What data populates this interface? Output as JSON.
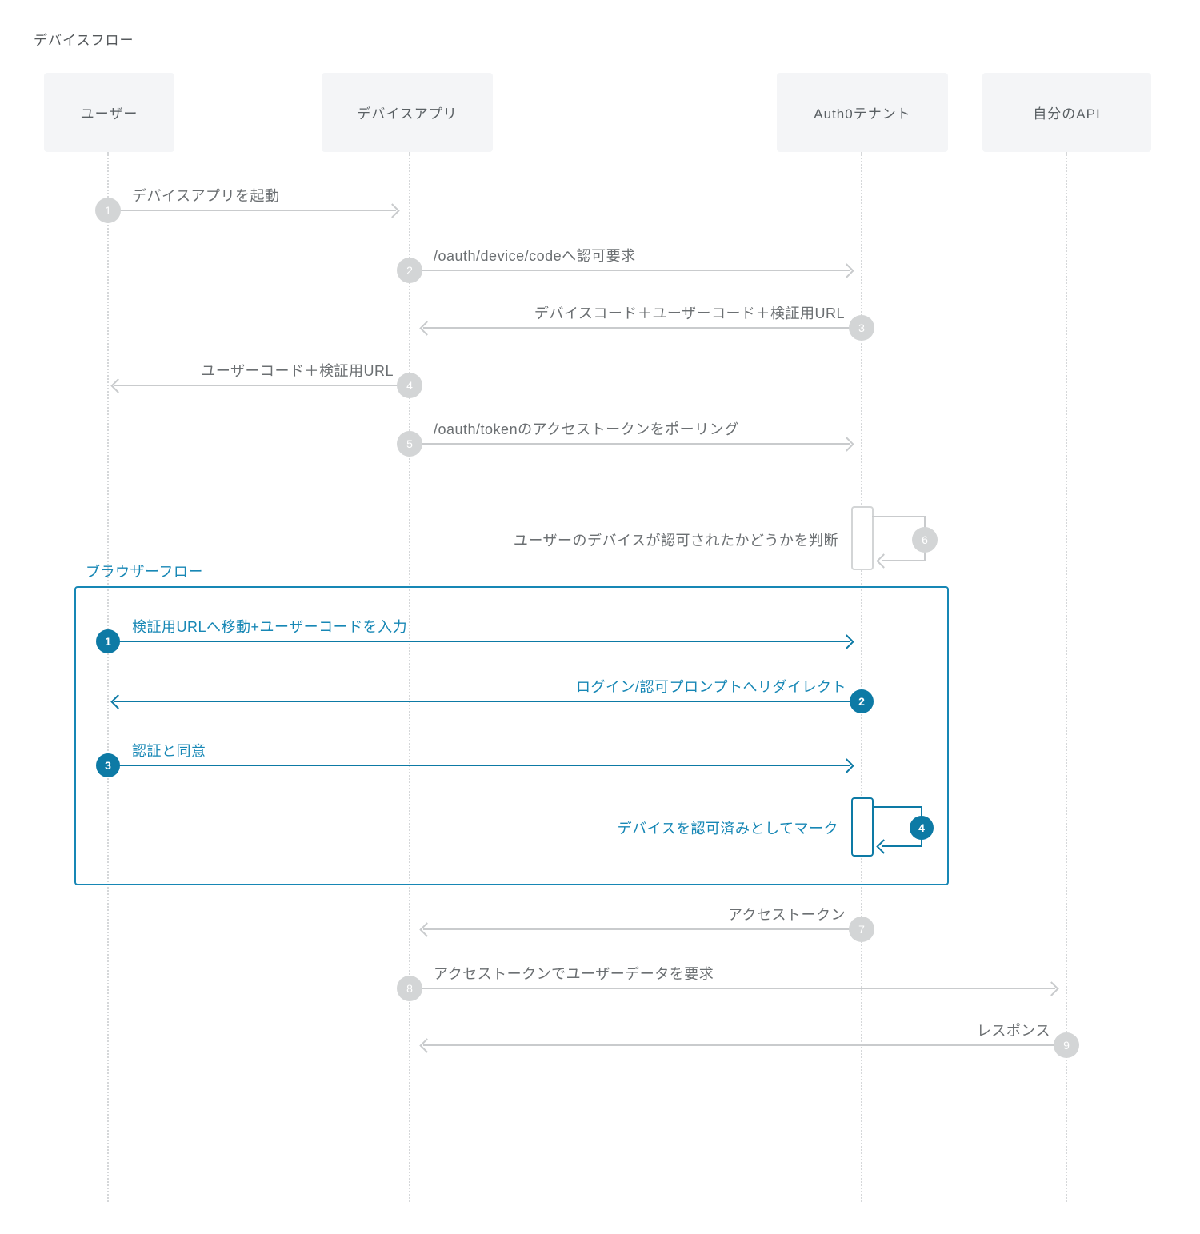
{
  "title": "デバイスフロー",
  "colors": {
    "blue_line": "#0d7aa5",
    "blue_text": "#1787b5",
    "gray_line": "#c9cbcd",
    "gray_circle": "#d3d5d6",
    "gray_text": "#6b6f72",
    "actor_bg": "#f4f5f7"
  },
  "actors": [
    {
      "label": "ユーザー"
    },
    {
      "label": "デバイスアプリ"
    },
    {
      "label": "Auth0テナント"
    },
    {
      "label": "自分のAPI"
    }
  ],
  "device_flow": {
    "messages": [
      {
        "num": "1",
        "label": "デバイスアプリを起動",
        "from": "ユーザー",
        "to": "デバイスアプリ"
      },
      {
        "num": "2",
        "label": "/oauth/device/codeへ認可要求",
        "from": "デバイスアプリ",
        "to": "Auth0テナント"
      },
      {
        "num": "3",
        "label": "デバイスコード＋ユーザーコード＋検証用URL",
        "from": "Auth0テナント",
        "to": "デバイスアプリ"
      },
      {
        "num": "4",
        "label": "ユーザーコード＋検証用URL",
        "from": "デバイスアプリ",
        "to": "ユーザー"
      },
      {
        "num": "5",
        "label": "/oauth/tokenのアクセストークンをポーリング",
        "from": "デバイスアプリ",
        "to": "Auth0テナント"
      },
      {
        "num": "6",
        "label": "ユーザーのデバイスが認可されたかどうかを判断",
        "from": "Auth0テナント",
        "to": "Auth0テナント"
      },
      {
        "num": "7",
        "label": "アクセストークン",
        "from": "Auth0テナント",
        "to": "デバイスアプリ"
      },
      {
        "num": "8",
        "label": "アクセストークンでユーザーデータを要求",
        "from": "デバイスアプリ",
        "to": "自分のAPI"
      },
      {
        "num": "9",
        "label": "レスポンス",
        "from": "自分のAPI",
        "to": "デバイスアプリ"
      }
    ]
  },
  "browser_flow": {
    "label": "ブラウザーフロー",
    "messages": [
      {
        "num": "1",
        "label": "検証用URLへ移動+ユーザーコードを入力",
        "from": "ユーザー",
        "to": "Auth0テナント"
      },
      {
        "num": "2",
        "label": "ログイン/認可プロンプトへリダイレクト",
        "from": "Auth0テナント",
        "to": "ユーザー"
      },
      {
        "num": "3",
        "label": "認証と同意",
        "from": "ユーザー",
        "to": "Auth0テナント"
      },
      {
        "num": "4",
        "label": "デバイスを認可済みとしてマーク",
        "from": "Auth0テナント",
        "to": "Auth0テナント"
      }
    ]
  }
}
